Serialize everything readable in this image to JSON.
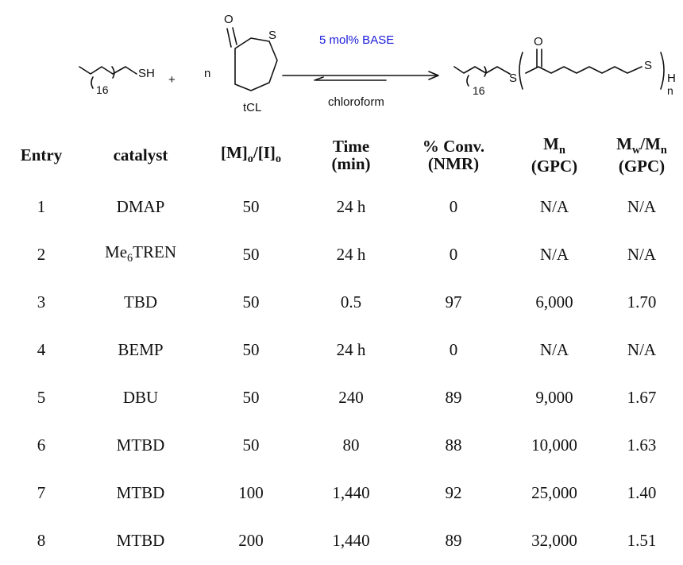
{
  "scheme": {
    "initiator_sh": "SH",
    "initiator_subscript": "16",
    "plus": "+",
    "n_left": "n",
    "monomer_o": "O",
    "monomer_s": "S",
    "monomer_label": "tCL",
    "arrow_top": "5 mol% BASE",
    "arrow_top_color": "#1a1adb",
    "arrow_bottom": "chloroform",
    "product_s1": "S",
    "product_o": "O",
    "product_subscript": "16",
    "product_s2": "S",
    "product_h": "H",
    "product_n": "n"
  },
  "table": {
    "headers": [
      {
        "line1": "Entry",
        "line2": ""
      },
      {
        "line1": "catalyst",
        "line2": ""
      },
      {
        "line1": "[M]o/[I]o",
        "line2": ""
      },
      {
        "line1": "Time",
        "line2": "(min)"
      },
      {
        "line1": "% Conv.",
        "line2": "(NMR)"
      },
      {
        "line1": "Mn",
        "line2": "(GPC)"
      },
      {
        "line1": "Mw/Mn",
        "line2": "(GPC)"
      }
    ],
    "rows": [
      [
        "1",
        "DMAP",
        "50",
        "24 h",
        "0",
        "N/A",
        "N/A"
      ],
      [
        "2",
        "Me6TREN",
        "50",
        "24 h",
        "0",
        "N/A",
        "N/A"
      ],
      [
        "3",
        "TBD",
        "50",
        "0.5",
        "97",
        "6,000",
        "1.70"
      ],
      [
        "4",
        "BEMP",
        "50",
        "24 h",
        "0",
        "N/A",
        "N/A"
      ],
      [
        "5",
        "DBU",
        "50",
        "240",
        "89",
        "9,000",
        "1.67"
      ],
      [
        "6",
        "MTBD",
        "50",
        "80",
        "88",
        "10,000",
        "1.63"
      ],
      [
        "7",
        "MTBD",
        "100",
        "1,440",
        "92",
        "25,000",
        "1.40"
      ],
      [
        "8",
        "MTBD",
        "200",
        "1,440",
        "89",
        "32,000",
        "1.51"
      ]
    ]
  }
}
